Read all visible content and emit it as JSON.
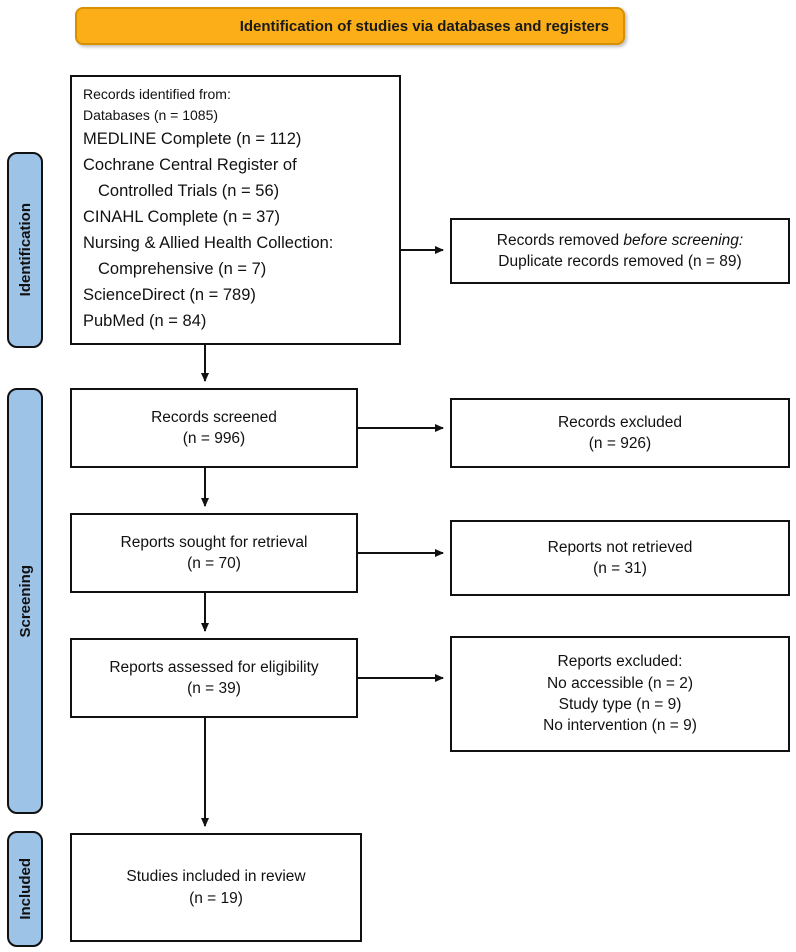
{
  "banner": {
    "label": "Identification of studies via databases and registers"
  },
  "stages": [
    {
      "label": "Identification"
    },
    {
      "label": "Screening"
    },
    {
      "label": "Included"
    }
  ],
  "colors": {
    "banner_bg": "#FBAE17",
    "banner_border": "#D99000",
    "stage_bg": "#9DC3E6",
    "box_border": "#111111",
    "arrow": "#111111",
    "text": "#111111"
  },
  "boxes": {
    "identified": {
      "lines": [
        "Records identified from:",
        "Databases (n = 1085)",
        "MEDLINE Complete (n = 112)",
        "Cochrane Central Register of",
        "Controlled Trials (n = 56)",
        "CINAHL Complete (n = 37)",
        "Nursing & Allied Health Collection:",
        "Comprehensive (n = 7)",
        "ScienceDirect (n = 789)",
        "PubMed (n = 84)"
      ]
    },
    "removed": {
      "prefix": "Records removed ",
      "italic": "before screening:",
      "line2": "Duplicate records removed (n = 89)"
    },
    "screened": {
      "line1": "Records screened",
      "line2": "(n = 996)"
    },
    "excluded": {
      "line1": "Records excluded",
      "line2": "(n = 926)"
    },
    "sought": {
      "line1": "Reports sought for retrieval",
      "line2": "(n = 70)"
    },
    "not_retrieved": {
      "line1": "Reports not retrieved",
      "line2": "(n = 31)"
    },
    "assessed": {
      "line1": "Reports assessed for eligibility",
      "line2": "(n = 39)"
    },
    "reports_excluded": {
      "lines": [
        "Reports excluded:",
        "No accessible (n = 2)",
        "Study type (n = 9)",
        "No intervention (n = 9)"
      ]
    },
    "included": {
      "line1": "Studies included in review",
      "line2": "(n = 19)"
    }
  }
}
